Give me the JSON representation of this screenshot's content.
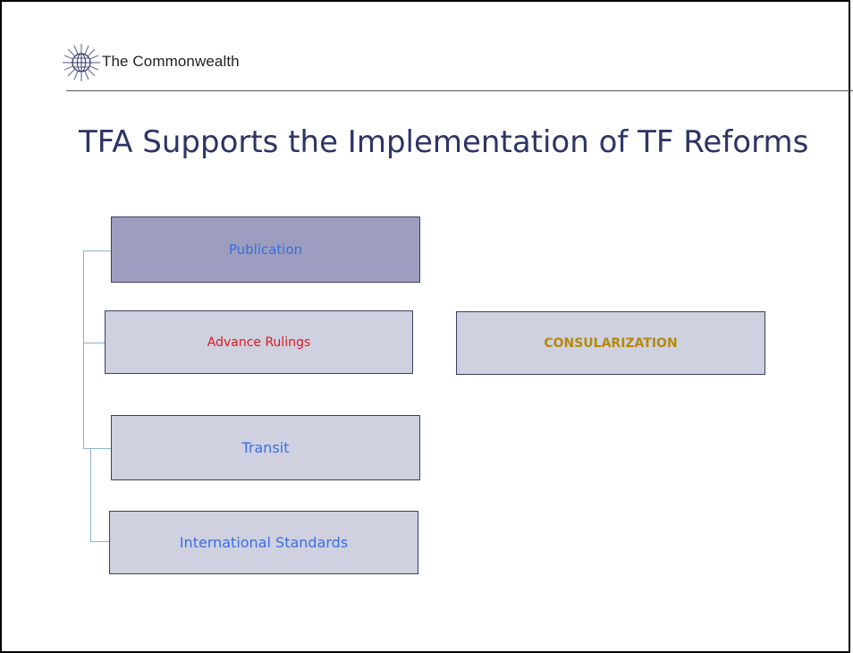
{
  "header": {
    "brand": "The Commonwealth",
    "logo_icon": "commonwealth-globe-icon"
  },
  "slide": {
    "title": "TFA Supports the Implementation of TF Reforms"
  },
  "diagram": {
    "boxes": [
      {
        "label": "Publication",
        "text_color": "#3a6fe0",
        "fill": "#9c9dbf"
      },
      {
        "label": "Advance Rulings",
        "text_color": "#e0191c",
        "fill": "#cfd0e0"
      },
      {
        "label": "CONSULARIZATION",
        "text_color": "#b38a0b",
        "fill": "#cfd0e0"
      },
      {
        "label": "Transit",
        "text_color": "#3a6fe0",
        "fill": "#cfd0e0"
      },
      {
        "label": "International Standards",
        "text_color": "#3a6fe0",
        "fill": "#cfd0e0"
      }
    ],
    "connector_color": "#8fb3cf"
  },
  "colors": {
    "title": "#2d3566",
    "border": "#000000"
  }
}
